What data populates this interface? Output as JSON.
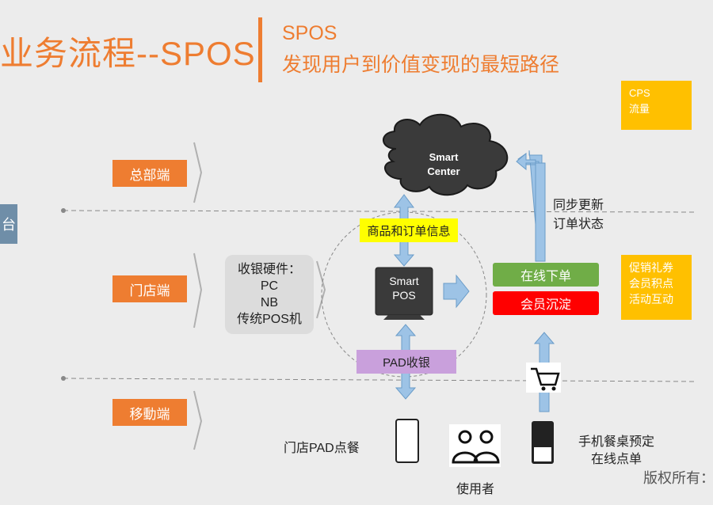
{
  "header": {
    "title": "业务流程--SPOS",
    "subtitle_line1": "SPOS",
    "subtitle_line2": "发现用户到价值变现的最短路径"
  },
  "tiers": {
    "headquarters": "总部端",
    "store": "门店端",
    "mobile": "移動端"
  },
  "side_tab": "台",
  "cloud": {
    "line1": "Smart",
    "line2": "Center"
  },
  "hardware": {
    "title": "收银硬件：",
    "items": [
      "PC",
      "NB",
      "传统POS机"
    ]
  },
  "pos": {
    "line1": "Smart",
    "line2": "POS"
  },
  "labels": {
    "goods_order_info": "商品和订单信息",
    "pad_cashier": "PAD收银",
    "sync_line1": "同步更新",
    "sync_line2": "订单状态",
    "online_order": "在线下单",
    "member_retention": "会员沉淀",
    "store_pad_order": "门店PAD点餐",
    "user": "使用者",
    "mobile_line1": "手机餐桌预定",
    "mobile_line2": "在线点单",
    "copyright": "版权所有："
  },
  "cps": {
    "line1": "CPS",
    "line2": "流量"
  },
  "promo": {
    "items": [
      "促销礼券",
      "会员积点",
      "活动互动"
    ]
  },
  "colors": {
    "orange": "#ee7d31",
    "yellow": "#ffc000",
    "green": "#70ad47",
    "red": "#ff0000",
    "lilac": "#c9a0dc",
    "label_yellow": "#ffff00",
    "arrow_blue": "#9dc3e6"
  },
  "icons": [
    "cloud-icon",
    "pos-terminal-icon",
    "shopping-cart-icon",
    "tablet-icon",
    "users-icon",
    "phone-icon"
  ]
}
